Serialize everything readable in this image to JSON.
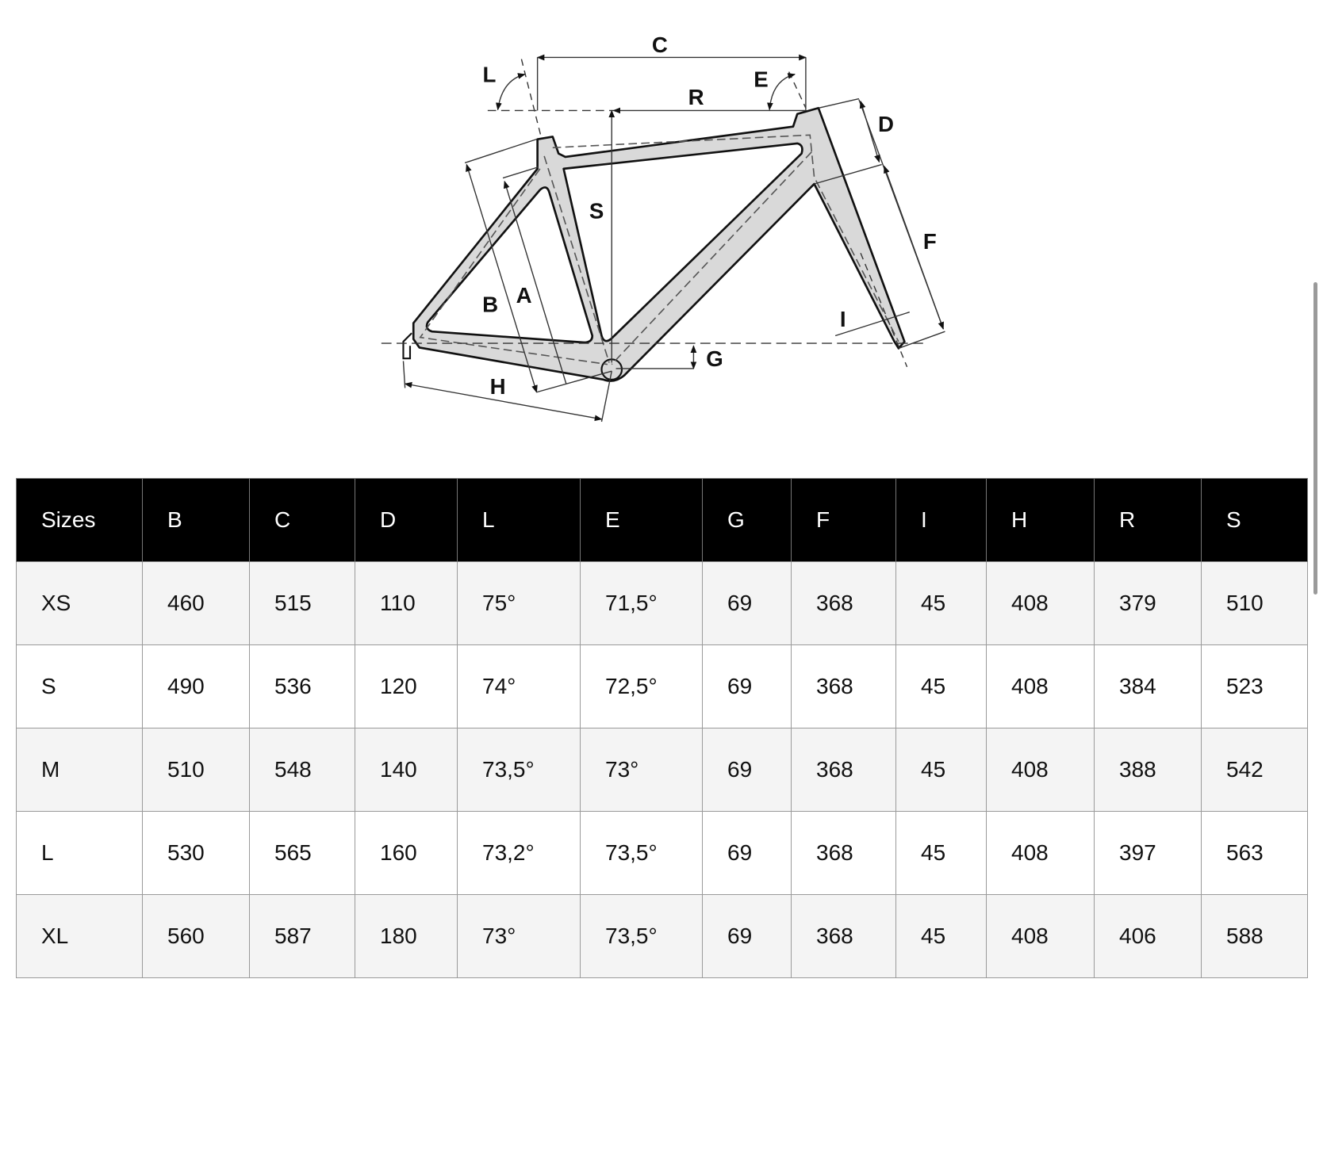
{
  "diagram": {
    "labels": [
      "C",
      "L",
      "E",
      "R",
      "D",
      "S",
      "F",
      "B",
      "A",
      "I",
      "G",
      "H"
    ]
  },
  "table": {
    "headers": [
      "Sizes",
      "B",
      "C",
      "D",
      "L",
      "E",
      "G",
      "F",
      "I",
      "H",
      "R",
      "S"
    ],
    "rows": [
      [
        "XS",
        "460",
        "515",
        "110",
        "75°",
        "71,5°",
        "69",
        "368",
        "45",
        "408",
        "379",
        "510"
      ],
      [
        "S",
        "490",
        "536",
        "120",
        "74°",
        "72,5°",
        "69",
        "368",
        "45",
        "408",
        "384",
        "523"
      ],
      [
        "M",
        "510",
        "548",
        "140",
        "73,5°",
        "73°",
        "69",
        "368",
        "45",
        "408",
        "388",
        "542"
      ],
      [
        "L",
        "530",
        "565",
        "160",
        "73,2°",
        "73,5°",
        "69",
        "368",
        "45",
        "408",
        "397",
        "563"
      ],
      [
        "XL",
        "560",
        "587",
        "180",
        "73°",
        "73,5°",
        "69",
        "368",
        "45",
        "408",
        "406",
        "588"
      ]
    ]
  }
}
